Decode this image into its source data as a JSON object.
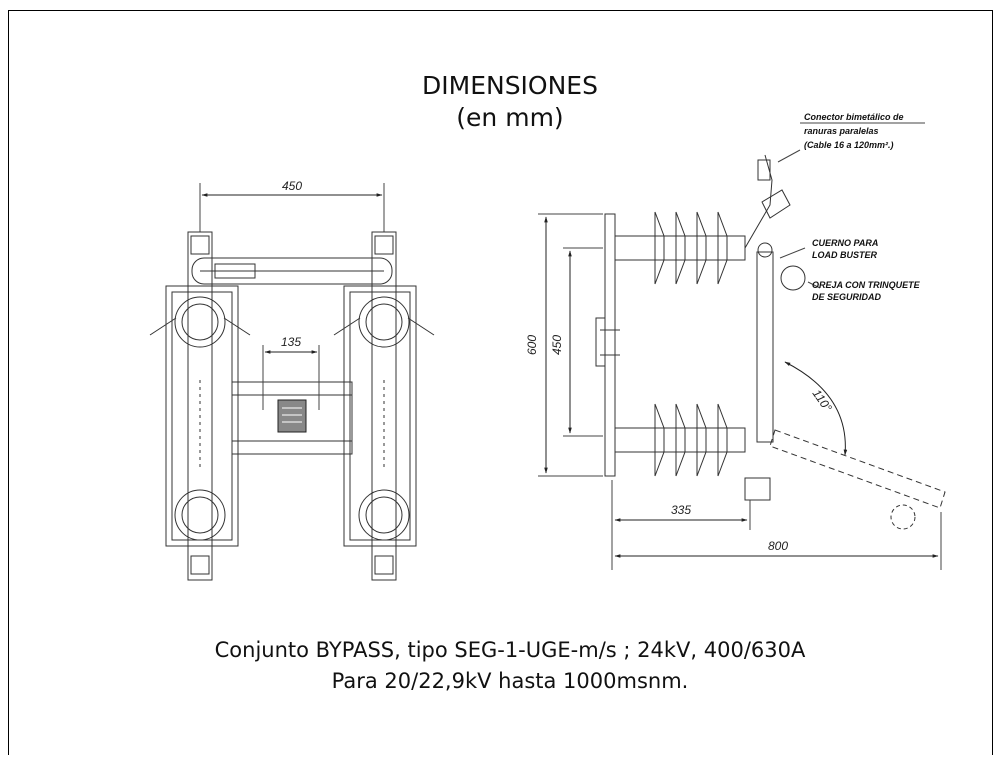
{
  "title": {
    "line1": "DIMENSIONES",
    "line2": "(en mm)"
  },
  "caption": {
    "line1": "Conjunto BYPASS, tipo SEG-1-UGE-m/s ; 24kV, 400/630A",
    "line2": "Para 20/22,9kV hasta 1000msnm."
  },
  "front_view": {
    "dim_width": "450",
    "dim_center": "135"
  },
  "side_view": {
    "dim_overall_height": "600",
    "dim_insulator_span": "450",
    "dim_depth": "335",
    "dim_open_reach": "800",
    "dim_angle": "110°"
  },
  "notes": {
    "connector": [
      "Conector bimetálico de",
      "ranuras paralelas",
      "(Cable 16 a 120mm².)"
    ],
    "horn": [
      "CUERNO PARA",
      "LOAD BUSTER"
    ],
    "ear": [
      "OREJA CON TRINQUETE",
      "DE SEGURIDAD"
    ]
  }
}
